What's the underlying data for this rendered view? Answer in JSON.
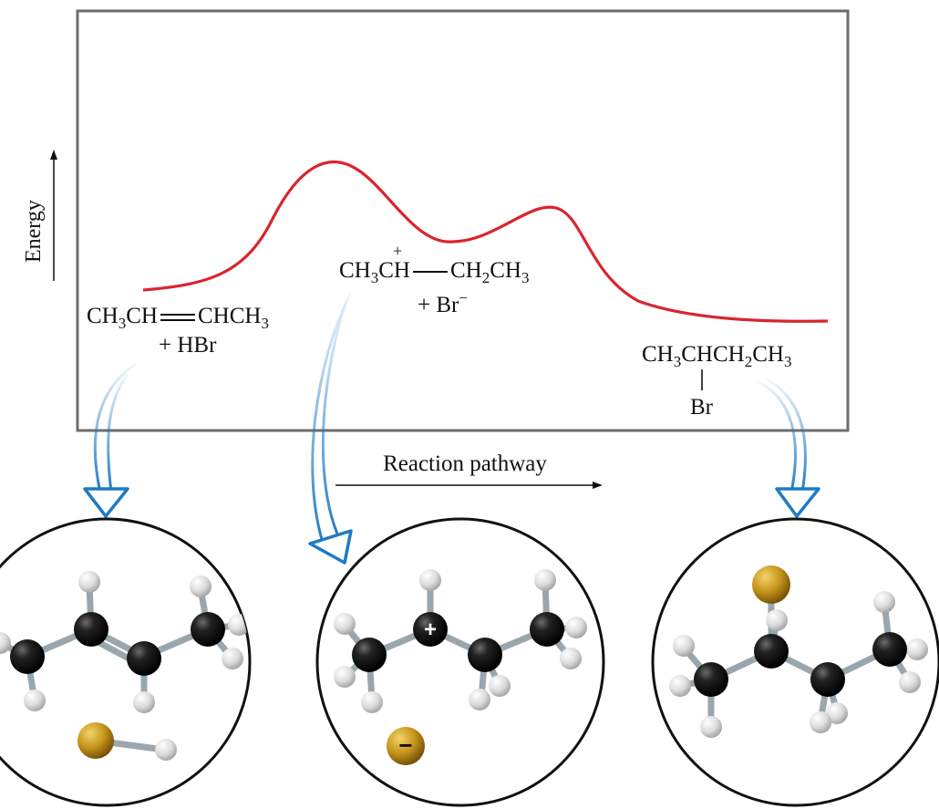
{
  "axis": {
    "y_label": "Energy",
    "x_label": "Reaction pathway"
  },
  "reactants": {
    "left": "CH",
    "sub1": "3",
    "mid": "CH",
    "right": "CHCH",
    "sub2": "3",
    "second_line": "+ HBr"
  },
  "intermediate": {
    "left": "CH",
    "sub1": "3",
    "mid": "CH",
    "charge": "+",
    "right": "CH",
    "sub2": "2",
    "right2": "CH",
    "sub3": "3",
    "second_line": "+ Br",
    "sup": "−"
  },
  "product": {
    "part1": "CH",
    "sub1": "3",
    "part2": "CHCH",
    "sub2": "2",
    "part3": "CH",
    "sub3": "3",
    "substituent": "Br"
  },
  "model_labels": {
    "cation": "+",
    "anion": "−"
  },
  "colors": {
    "curve": "#d9252e",
    "frame": "#6d6d6d",
    "arrow": "#1f7bc4",
    "carbon": "#1a1a1a",
    "hydrogen": "#e6e6e6",
    "bromine": "#c8961c",
    "bond": "#9aa6ad"
  }
}
